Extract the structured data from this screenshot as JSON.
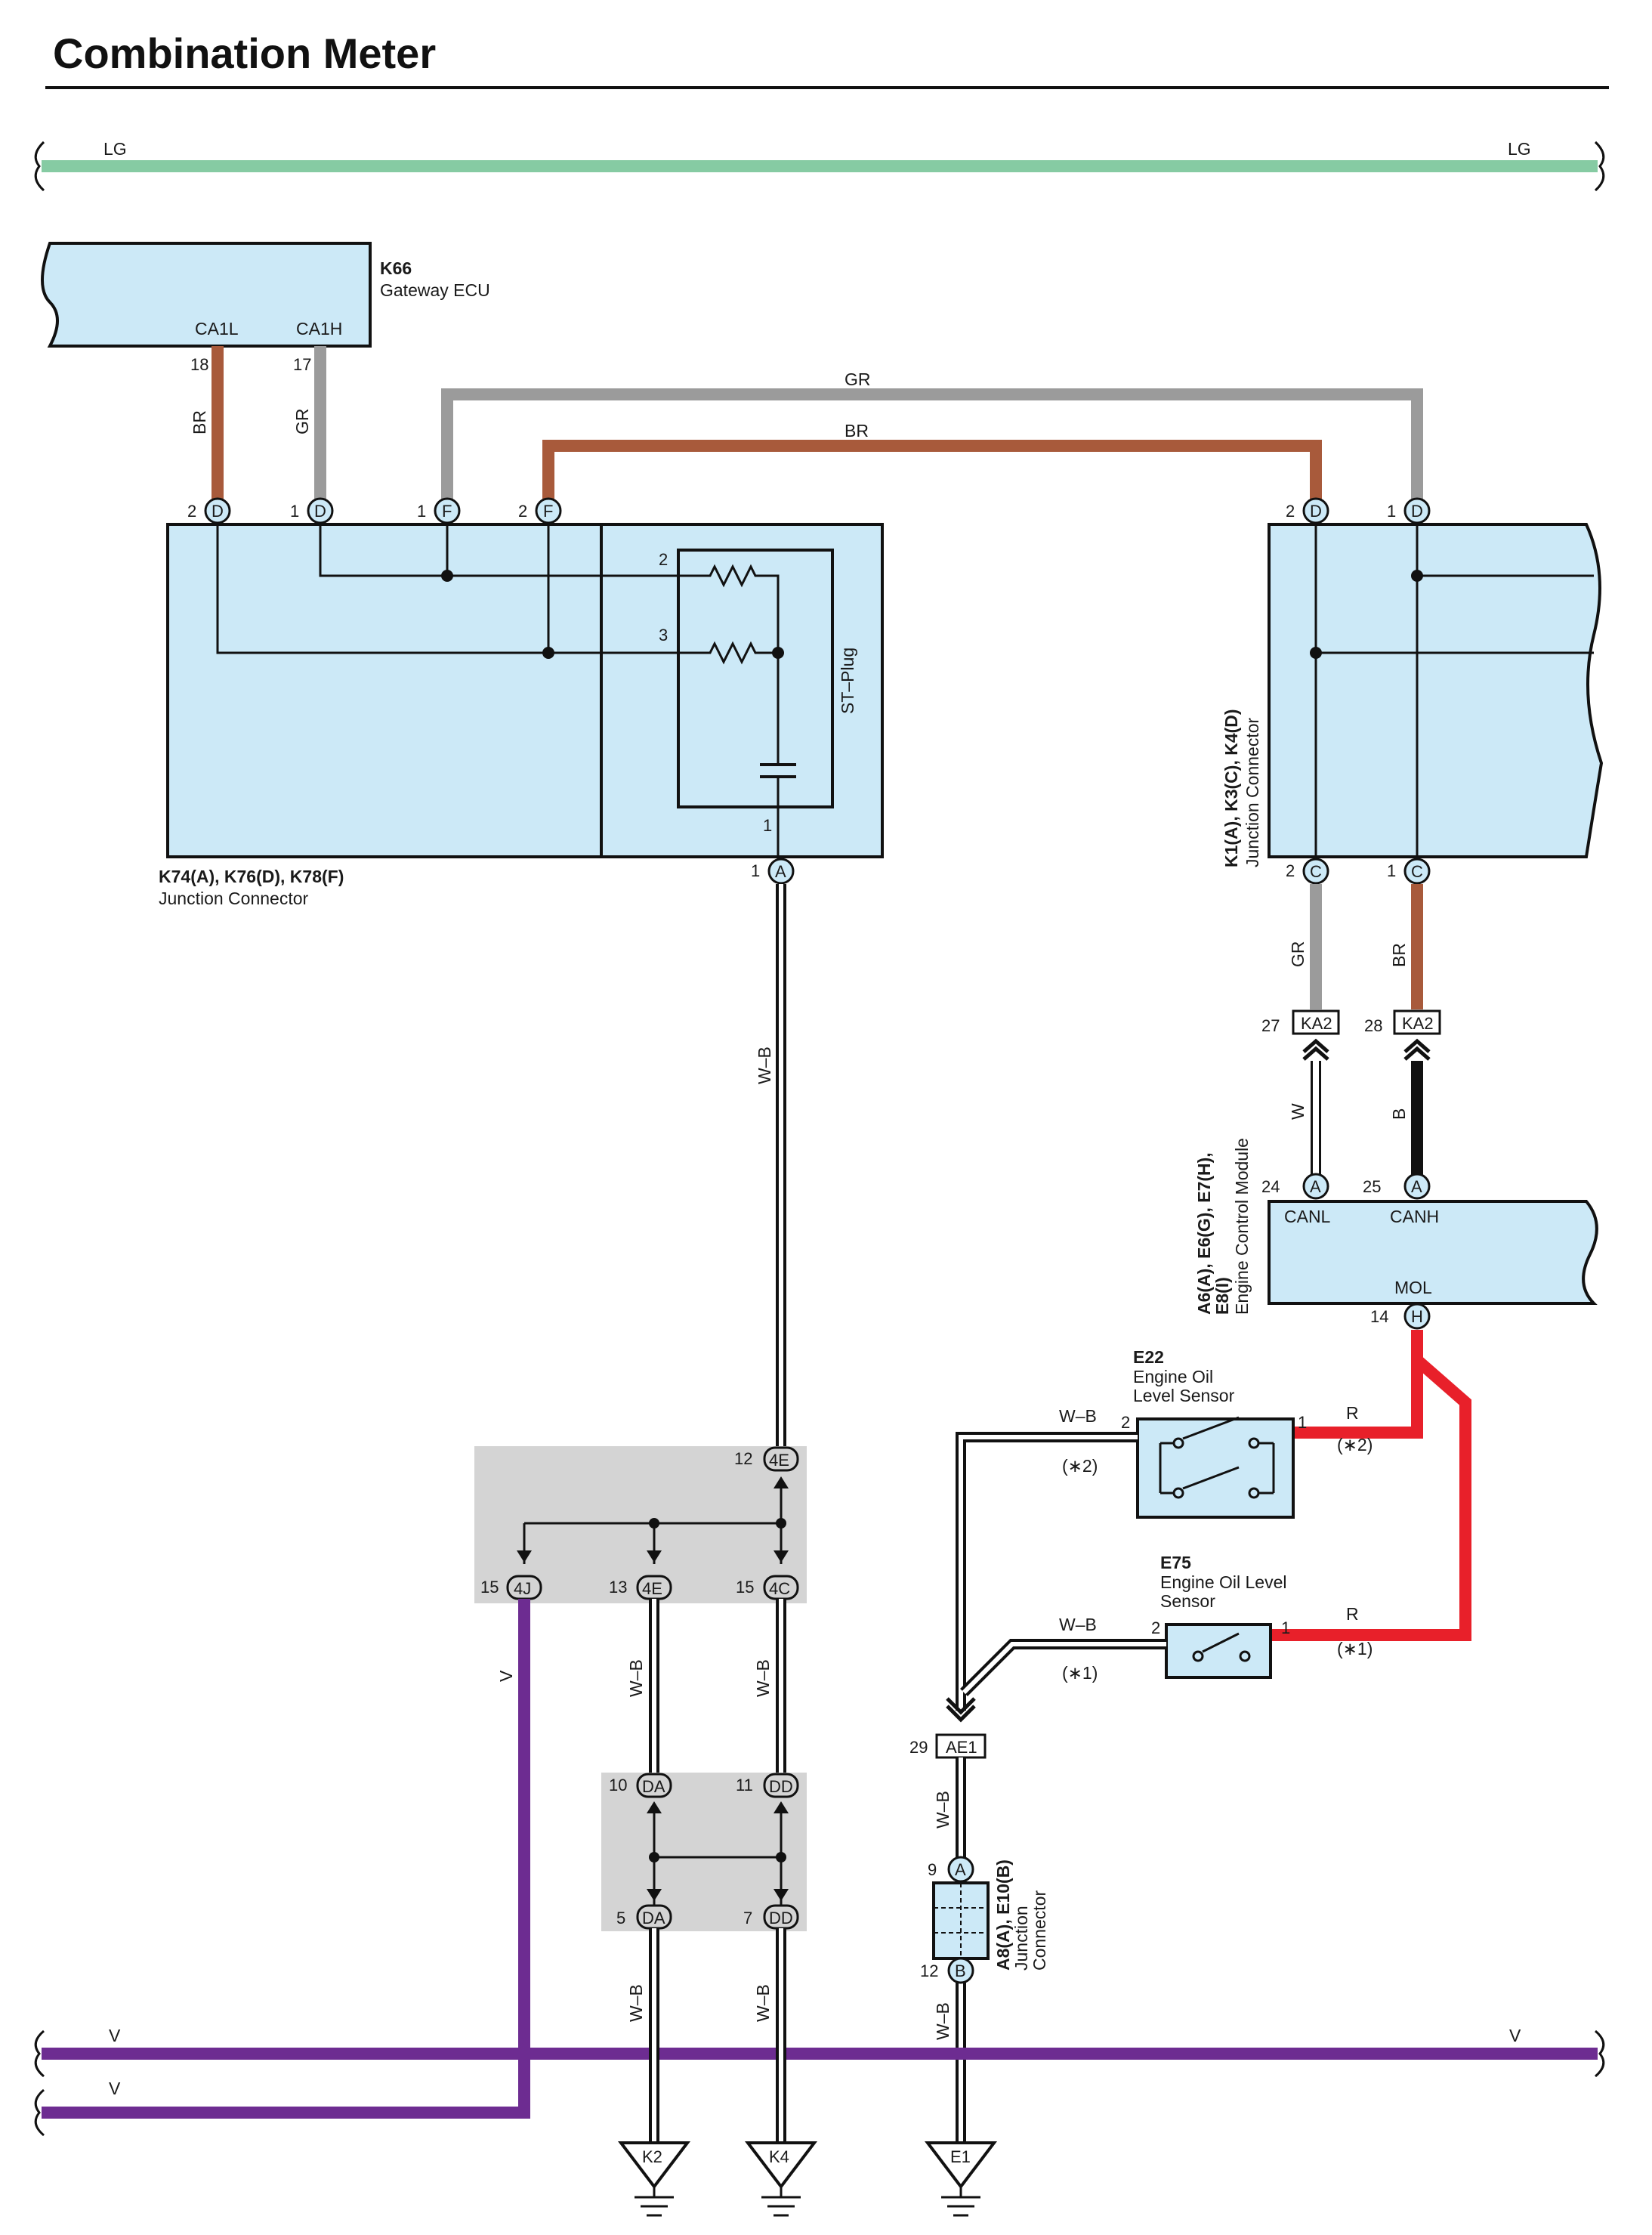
{
  "title": "Combination Meter",
  "colors": {
    "LG": "#86cba3",
    "GR": "#9b9b9b",
    "BR": "#a85a3b",
    "V": "#6d2c91",
    "R": "#e8202a",
    "B": "#111111",
    "W": "#ffffff",
    "box": "#cce9f7",
    "junction": "#d4d4d4"
  },
  "buses": {
    "lg_left": "LG",
    "lg_right": "LG",
    "v_top_left": "V",
    "v_top_right": "V",
    "v_bottom_left": "V"
  },
  "components": {
    "k66": {
      "code": "K66",
      "name": "Gateway ECU",
      "term_l": "CA1L",
      "term_h": "CA1H",
      "pin_l": "18",
      "pin_h": "17"
    },
    "jc_left": {
      "codes": "K74(A), K76(D), K78(F)",
      "name": "Junction Connector",
      "st_plug": "ST–Plug",
      "pins": {
        "d2": "2",
        "d2c": "D",
        "d1": "1",
        "d1c": "D",
        "f1": "1",
        "f1c": "F",
        "f2": "2",
        "f2c": "F",
        "a1": "1",
        "a1c": "A",
        "r2": "2",
        "r3": "3",
        "c1": "1"
      }
    },
    "jc_right": {
      "codes": "K1(A), K3(C), K4(D)",
      "name": "Junction Connector",
      "pins": {
        "d2": "2",
        "d2c": "D",
        "d1": "1",
        "d1c": "D",
        "c2": "2",
        "c2c": "C",
        "c1": "1",
        "c1c": "C"
      }
    },
    "ecm": {
      "codes_1": "A6(A), E6(G), E7(H),",
      "codes_2": "E8(I)",
      "name": "Engine Control Module",
      "canl": "CANL",
      "canh": "CANH",
      "mol": "MOL",
      "pins": {
        "p24": "24",
        "p24c": "A",
        "p25": "25",
        "p25c": "A",
        "p14": "14",
        "p14c": "H"
      }
    },
    "e22": {
      "code": "E22",
      "name_1": "Engine Oil",
      "name_2": "Level Sensor",
      "pin2": "2",
      "pin1": "1"
    },
    "e75": {
      "code": "E75",
      "name_1": "Engine Oil Level",
      "name_2": "Sensor",
      "pin2": "2",
      "pin1": "1"
    },
    "a8": {
      "codes": "A8(A), E10(B)",
      "name_1": "Junction",
      "name_2": "Connector",
      "pin9": "9",
      "pin9c": "A",
      "pin12": "12",
      "pin12c": "B"
    }
  },
  "connectors": {
    "ka2_27": {
      "pin": "27",
      "name": "KA2"
    },
    "ka2_28": {
      "pin": "28",
      "name": "KA2"
    },
    "ae1": {
      "pin": "29",
      "name": "AE1"
    },
    "c12_4e": {
      "pin": "12",
      "name": "4E"
    },
    "c15_4j": {
      "pin": "15",
      "name": "4J"
    },
    "c13_4e": {
      "pin": "13",
      "name": "4E"
    },
    "c15_4c": {
      "pin": "15",
      "name": "4C"
    },
    "c10_da": {
      "pin": "10",
      "name": "DA"
    },
    "c11_dd": {
      "pin": "11",
      "name": "DD"
    },
    "c5_da": {
      "pin": "5",
      "name": "DA"
    },
    "c7_dd": {
      "pin": "7",
      "name": "DD"
    }
  },
  "wire_labels": {
    "br_k66": "BR",
    "gr_k66": "GR",
    "gr_top": "GR",
    "br_top": "BR",
    "wb_main": "W–B",
    "gr_right": "GR",
    "br_right": "BR",
    "w_can": "W",
    "b_can": "B",
    "v_4j": "V",
    "wb_4e": "W–B",
    "wb_4c": "W–B",
    "wb_da": "W–B",
    "wb_dd": "W–B",
    "wb_ae1": "W–B",
    "wb_a8": "W–B",
    "wb_e22": "W–B",
    "wb_e22_note": "(∗2)",
    "r_e22": "R",
    "r_e22_note": "(∗2)",
    "wb_e75": "W–B",
    "wb_e75_note": "(∗1)",
    "r_e75": "R",
    "r_e75_note": "(∗1)"
  },
  "grounds": {
    "k2": "K2",
    "k4": "K4",
    "e1": "E1"
  }
}
